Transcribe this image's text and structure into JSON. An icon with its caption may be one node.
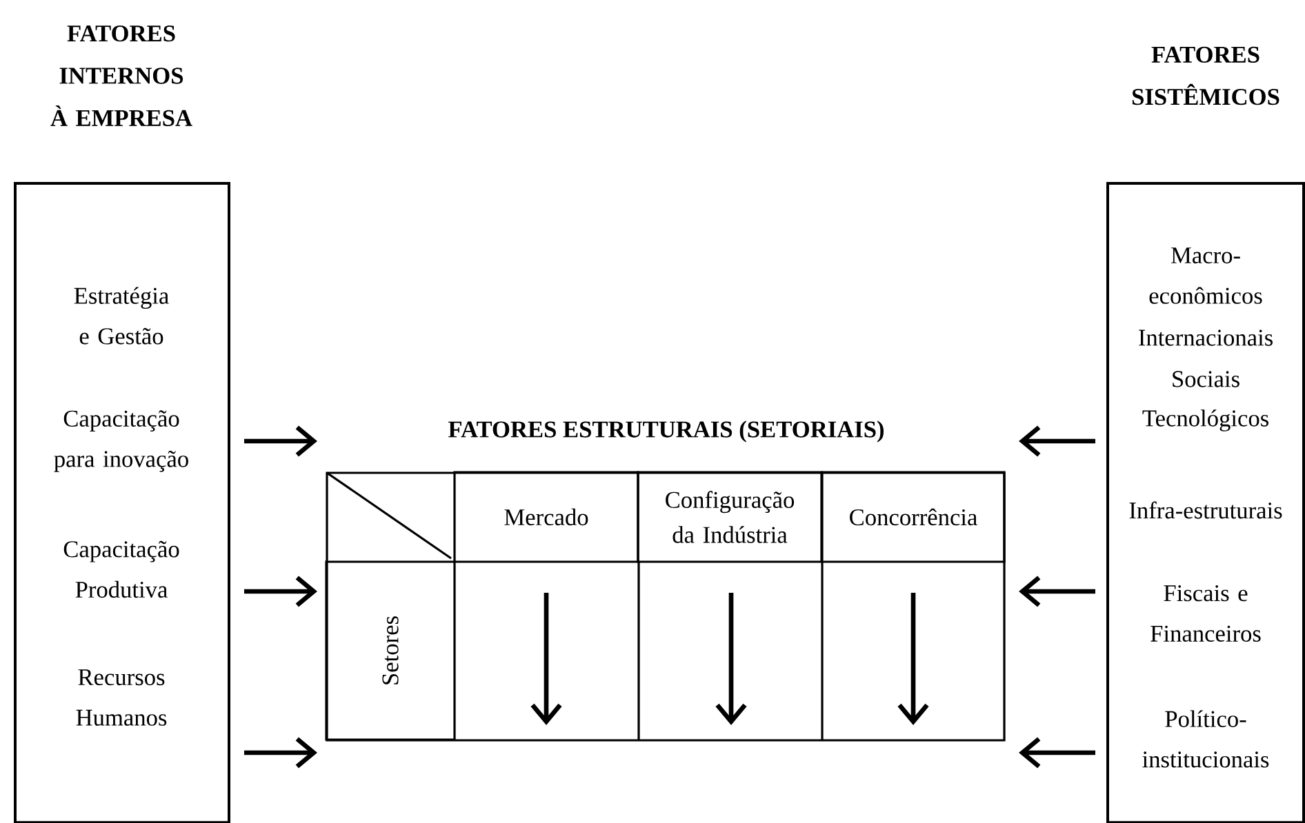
{
  "diagram": {
    "nodes": [
      {
        "text": [
          "FATORES INTERNOS À EMPRESA",
          "Estratégia e Gestão",
          "Capacitação para inovação",
          "Capacitação Produtiva",
          "Recursos Humanos"
        ]
      },
      {
        "text": [
          "FATORES SISTÊMICOS",
          "Macro-econômicos",
          "Internacionais",
          "Sociais",
          "Tecnológicos",
          "Infra-estruturais",
          "Fiscais e Financeiros",
          "Político-institucionais"
        ]
      },
      {
        "text": [
          "FATORES ESTRUTURAIS (SETORIAIS)"
        ]
      },
      {
        "text": [
          "Mercado"
        ],
        "in": 2
      },
      {
        "text": [
          "Configuração da Indústria"
        ],
        "in": 2
      },
      {
        "text": [
          "Concorrência"
        ],
        "in": 2
      },
      {
        "text": [
          "Setores"
        ],
        "in": 2
      }
    ],
    "edges": [
      {
        "from": 0,
        "to": 2,
        "arrow": "to"
      },
      {
        "from": 0,
        "to": 2,
        "arrow": "to"
      },
      {
        "from": 0,
        "to": 2,
        "arrow": "to"
      },
      {
        "from": 1,
        "to": 2,
        "arrow": "to"
      },
      {
        "from": 1,
        "to": 2,
        "arrow": "to"
      },
      {
        "from": 1,
        "to": 2,
        "arrow": "to"
      }
    ]
  }
}
